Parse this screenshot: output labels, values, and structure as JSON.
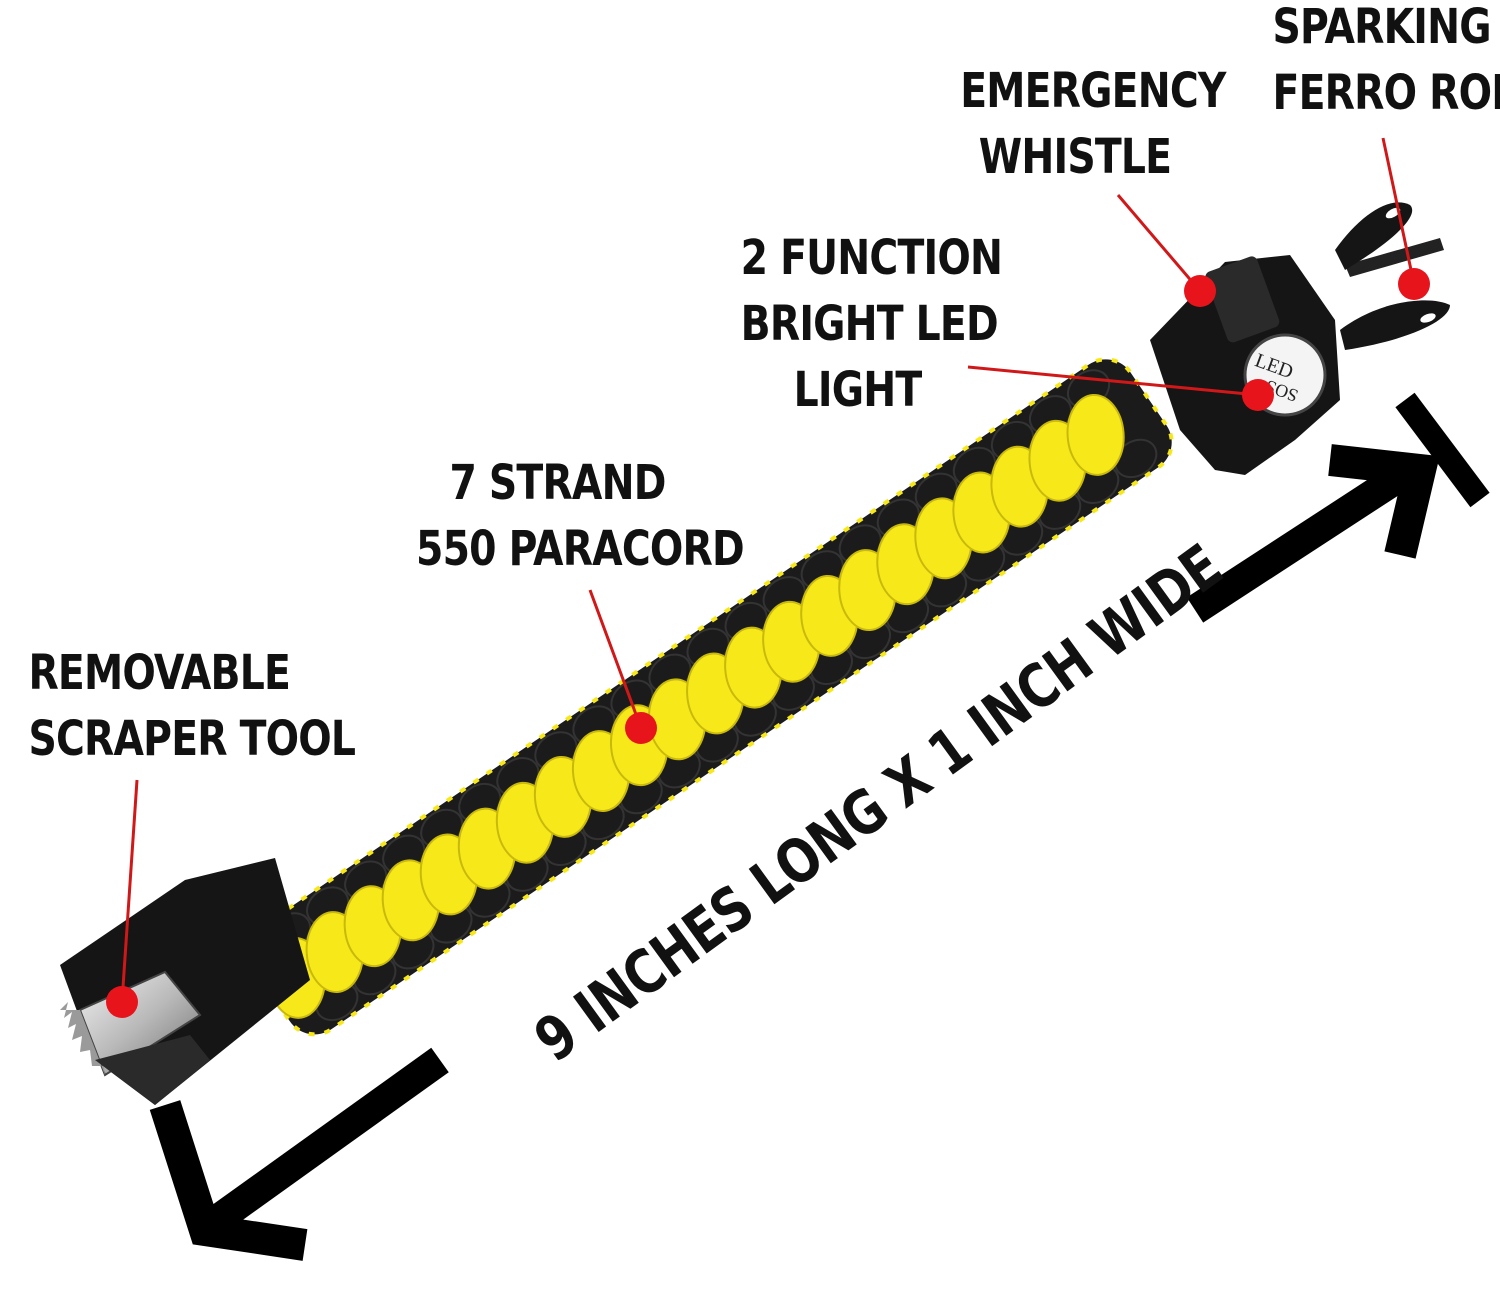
{
  "callouts": {
    "scraper": {
      "lines": [
        "REMOVABLE",
        "SCRAPER TOOL"
      ],
      "icon": "scraper-tool"
    },
    "paracord": {
      "lines": [
        "7 STRAND",
        "550 PARACORD"
      ],
      "icon": "paracord-weave"
    },
    "led": {
      "lines": [
        "2 FUNCTION",
        "BRIGHT LED",
        "LIGHT"
      ],
      "icon": "led-light"
    },
    "whistle": {
      "lines": [
        "EMERGENCY",
        "WHISTLE"
      ],
      "icon": "whistle"
    },
    "ferro": {
      "lines": [
        "SPARKING",
        "FERRO ROD"
      ],
      "icon": "ferro-rod"
    }
  },
  "dimension": {
    "text": "9 INCHES LONG X 1 INCH WIDE"
  },
  "led_badge": {
    "line1": "LED",
    "line2": "SOS"
  },
  "colors": {
    "cord_yellow": "#f7e81a",
    "cord_black": "#1b1b1b",
    "marker_red": "#e8141c",
    "leader_red": "#d01818",
    "arrow_black": "#000000",
    "text": "#111111"
  }
}
